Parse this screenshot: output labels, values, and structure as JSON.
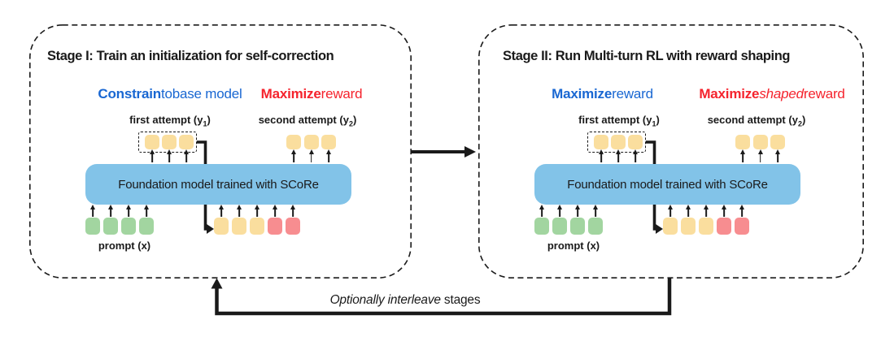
{
  "colors": {
    "blue_text": "#1967D2",
    "red_text": "#F5232D",
    "model_box": "#82C3E8",
    "token_yellow": "#FADE9E",
    "token_green": "#A2D5A0",
    "token_red": "#F78D90",
    "line": "#1A1A1A"
  },
  "panels": [
    {
      "title": "Stage I: Train an initialization for self-correction",
      "objective_blue": {
        "color_key": "blue_text",
        "segments": [
          {
            "t": "Constrain",
            "b": true
          },
          {
            "t": " to"
          },
          {
            "t": "\n"
          },
          {
            "t": "base model"
          }
        ]
      },
      "objective_red": {
        "color_key": "red_text",
        "segments": [
          {
            "t": "Maximize",
            "b": true
          },
          {
            "t": "\n"
          },
          {
            "t": "reward"
          }
        ]
      },
      "first_attempt_label": {
        "pre": "first attempt (y",
        "sub": "1",
        "post": ")"
      },
      "second_attempt_label": {
        "pre": "second attempt (y",
        "sub": "2",
        "post": ")"
      },
      "model_label": "Foundation model trained with SCoRe",
      "prompt_label": {
        "pre": "prompt (x)"
      },
      "first_attempt_tokens": [
        "yellow",
        "yellow",
        "yellow"
      ],
      "second_attempt_tokens": [
        "yellow",
        "yellow",
        "yellow"
      ],
      "prompt_tokens": [
        "green",
        "green",
        "green",
        "green"
      ],
      "output_tokens": [
        "yellow",
        "yellow",
        "yellow",
        "red",
        "red"
      ]
    },
    {
      "title": "Stage II: Run Multi-turn RL with reward shaping",
      "objective_blue": {
        "color_key": "blue_text",
        "segments": [
          {
            "t": "Maximize",
            "b": true
          },
          {
            "t": " reward"
          }
        ]
      },
      "objective_red": {
        "color_key": "red_text",
        "segments": [
          {
            "t": "Maximize",
            "b": true
          },
          {
            "t": " "
          },
          {
            "t": "shaped",
            "i": true
          },
          {
            "t": "\n"
          },
          {
            "t": "reward"
          }
        ]
      },
      "first_attempt_label": {
        "pre": "first attempt (y",
        "sub": "1",
        "post": ")"
      },
      "second_attempt_label": {
        "pre": "second attempt (y",
        "sub": "2",
        "post": ")"
      },
      "model_label": "Foundation model trained with SCoRe",
      "prompt_label": {
        "pre": "prompt (x)"
      },
      "first_attempt_tokens": [
        "yellow",
        "yellow",
        "yellow"
      ],
      "second_attempt_tokens": [
        "yellow",
        "yellow",
        "yellow"
      ],
      "prompt_tokens": [
        "green",
        "green",
        "green",
        "green"
      ],
      "output_tokens": [
        "yellow",
        "yellow",
        "yellow",
        "red",
        "red"
      ]
    }
  ],
  "loop_label": {
    "segments": [
      {
        "t": "Optionally interleave",
        "i": true
      },
      {
        "t": " stages"
      }
    ]
  }
}
